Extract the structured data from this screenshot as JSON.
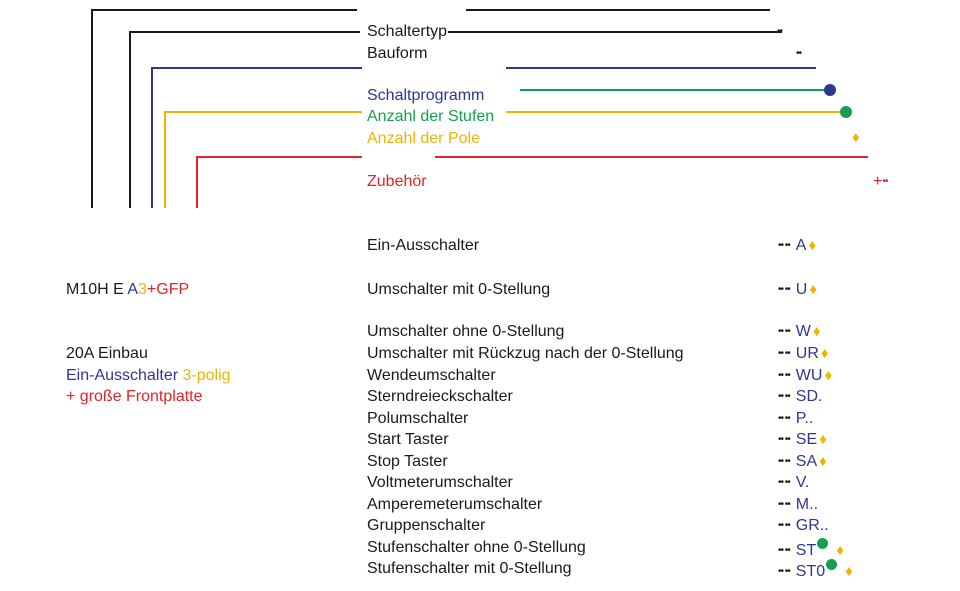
{
  "colors": {
    "black": "#1a1a1a",
    "blue": "#2e3790",
    "green": "#14a050",
    "yellow": "#f0b400",
    "red": "#e2232a"
  },
  "header_labels": {
    "schaltertyp": "Schaltertyp",
    "bauform": "Bauform",
    "schaltprogramm": "Schaltprogramm",
    "stufen": "Anzahl der Stufen",
    "pole": "Anzahl der Pole",
    "zubehoer": "Zubehör",
    "zubehoer_symbol": "+",
    "schaltertyp_symbol": "••",
    "bauform_symbol": "••",
    "pole_symbol": "♦",
    "zubehoer_dots": "••"
  },
  "example": {
    "code_black": "M10H  E  ",
    "code_blue": "A",
    "code_yellow": "3",
    "code_red": "+GFP",
    "line1": "20A Einbau",
    "line2_blue": "Ein-Ausschalter ",
    "line2_yellow": "3-polig",
    "line3": "+ große Frontplatte"
  },
  "programs": [
    {
      "name": "Ein-Ausschalter",
      "code": "A",
      "poles": true,
      "steps": false
    },
    {
      "name": "Umschalter mit 0-Stellung",
      "code": "U",
      "poles": true,
      "steps": false
    },
    {
      "name": "Umschalter ohne 0-Stellung",
      "code": "W",
      "poles": true,
      "steps": false
    },
    {
      "name": "Umschalter mit Rückzug nach der 0-Stellung",
      "code": "UR",
      "poles": true,
      "steps": false
    },
    {
      "name": "Wendeumschalter",
      "code": "WU",
      "poles": true,
      "steps": false
    },
    {
      "name": "Sterndreieckschalter",
      "code": "SD.",
      "poles": false,
      "steps": false
    },
    {
      "name": "Polumschalter",
      "code": "P..",
      "poles": false,
      "steps": false
    },
    {
      "name": "Start Taster",
      "code": "SE",
      "poles": true,
      "steps": false
    },
    {
      "name": "Stop Taster",
      "code": "SA",
      "poles": true,
      "steps": false
    },
    {
      "name": "Voltmeterumschalter",
      "code": "V.",
      "poles": false,
      "steps": false
    },
    {
      "name": "Amperemeterumschalter",
      "code": "M..",
      "poles": false,
      "steps": false
    },
    {
      "name": "Gruppenschalter",
      "code": "GR..",
      "poles": false,
      "steps": false
    },
    {
      "name": "Stufenschalter ohne 0-Stellung",
      "code": "ST",
      "poles": true,
      "steps": true
    },
    {
      "name": "Stufenschalter mit 0-Stellung",
      "code": "ST0",
      "poles": true,
      "steps": true
    }
  ],
  "code_prefix": "•• ••"
}
